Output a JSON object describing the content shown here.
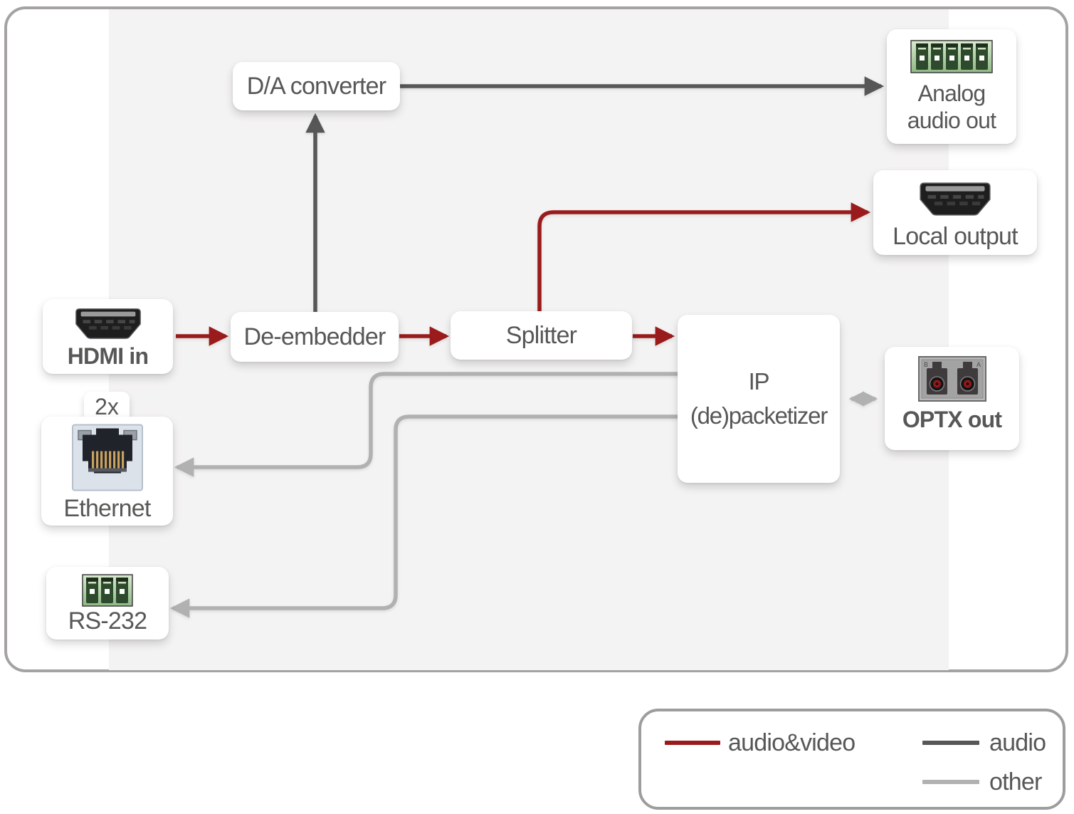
{
  "colors": {
    "audio_video": "#9a1b1b",
    "audio": "#575756",
    "other": "#b1b1b1",
    "band": "#f4f3f3",
    "panel_border": "#a5a2a2",
    "legend_border": "#9d9d9c",
    "text": "#575756",
    "box_bg": "#ffffff"
  },
  "nodes": {
    "hdmi_in": {
      "label": "HDMI in"
    },
    "da_converter": {
      "label": "D/A converter"
    },
    "de_embedder": {
      "label": "De-embedder"
    },
    "splitter": {
      "label": "Splitter"
    },
    "ip_depacketizer": {
      "line1": "IP",
      "line2": "(de)packetizer"
    },
    "analog_audio_out": {
      "line1": "Analog",
      "line2": "audio out"
    },
    "local_output": {
      "label": "Local output"
    },
    "optx_out": {
      "label": "OPTX out",
      "port_b": "B",
      "port_a": "A"
    },
    "ethernet": {
      "label": "Ethernet",
      "badge": "2x"
    },
    "rs232": {
      "label": "RS-232"
    }
  },
  "legend": {
    "audio_video": "audio&video",
    "audio": "audio",
    "other": "other"
  }
}
